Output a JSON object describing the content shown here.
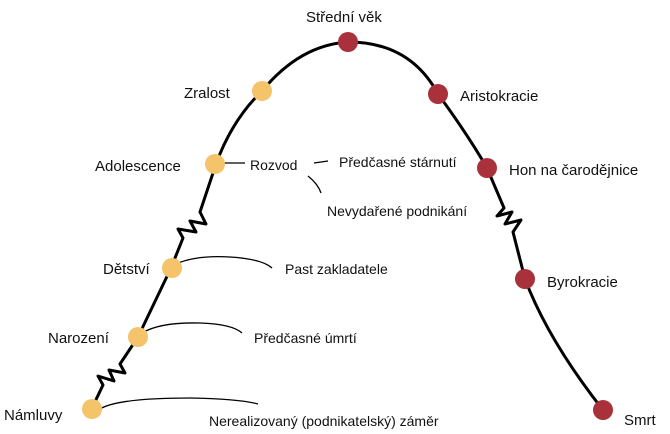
{
  "colors": {
    "growth_node": "#F5C46A",
    "decline_node": "#A8313B",
    "curve": "#000000"
  },
  "stages": {
    "namluvy": "Námluvy",
    "narozeni": "Narození",
    "detstvi": "Dětství",
    "adolescence": "Adolescence",
    "zralost": "Zralost",
    "stredni_vek": "Střední věk",
    "aristokracie": "Aristokracie",
    "hon_na_carodejnice": "Hon na čarodějnice",
    "byrokracie": "Byrokracie",
    "smrt": "Smrt"
  },
  "risks": {
    "nerealizovany_zamer": "Nerealizovaný (podnikatelský) záměr",
    "predcasne_umrti": "Předčasné úmrtí",
    "past_zakladatele": "Past zakladatele",
    "rozvod": "Rozvod",
    "predcasne_starnuti": "Předčasné stárnutí",
    "nevydarene_podnikani": "Nevydařené podnikání"
  }
}
